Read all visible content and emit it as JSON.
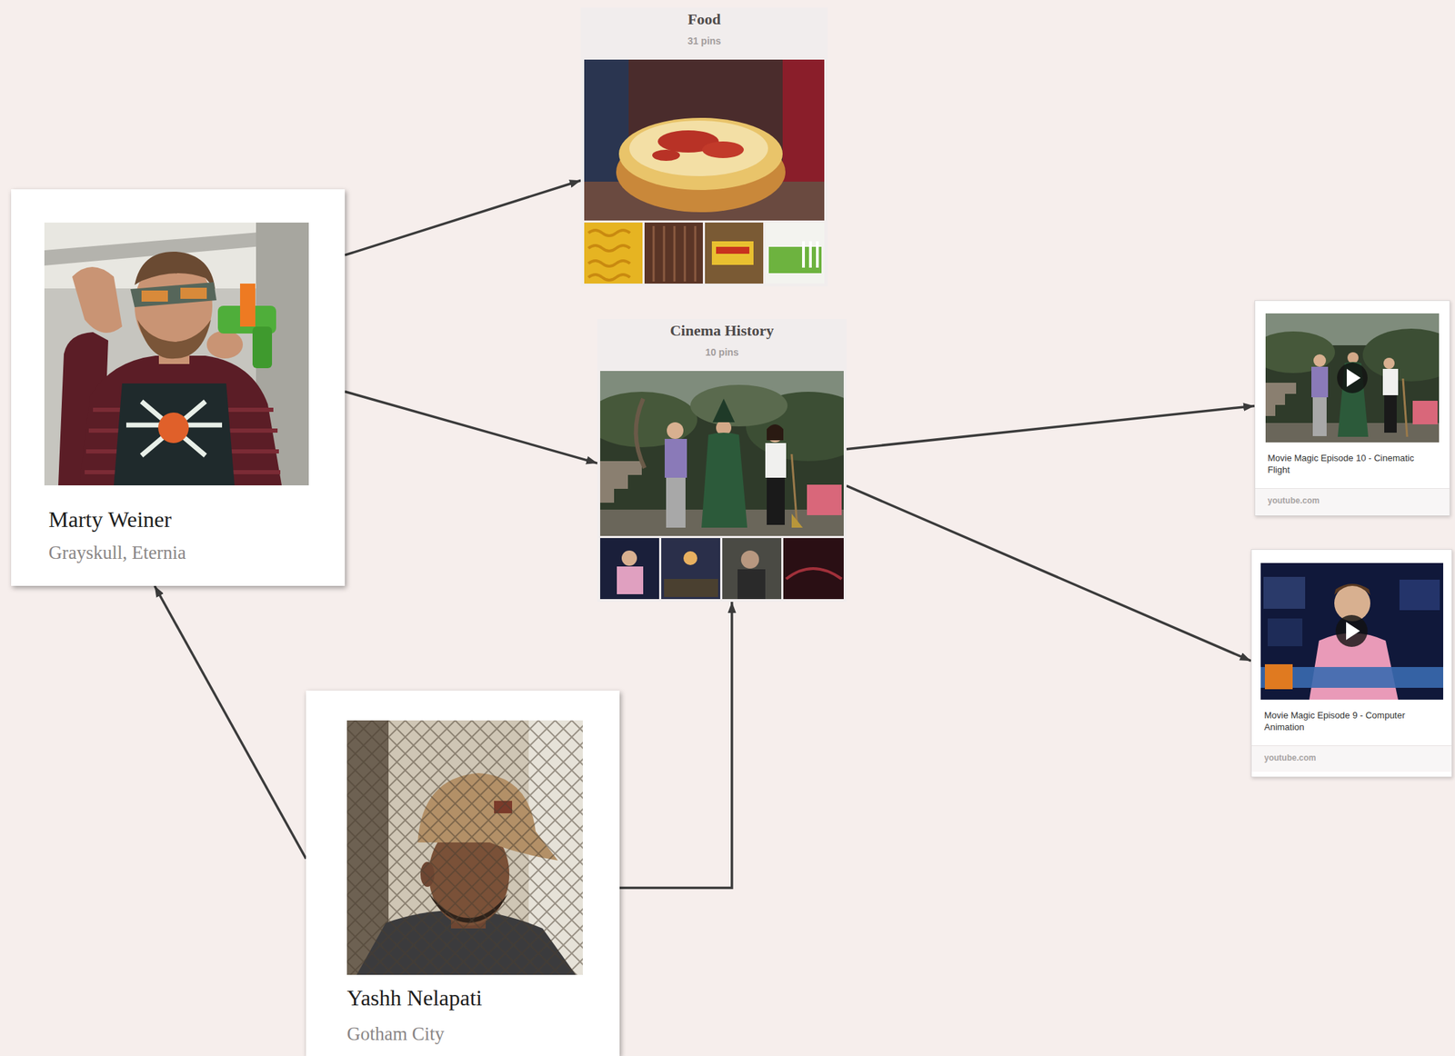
{
  "diagram": {
    "nodes": [
      {
        "text": [
          "Marty Weiner",
          "Grayskull, Eternia"
        ]
      },
      {
        "text": [
          "Food",
          "31 pins"
        ]
      },
      {
        "text": [
          "Cinema History",
          "10 pins"
        ]
      },
      {
        "text": [
          "Movie Magic Episode 10 - Cinematic Flight",
          "youtube.com"
        ]
      },
      {
        "text": [
          "Movie Magic Episode 9 - Computer Animation",
          "youtube.com"
        ]
      },
      {
        "text": [
          "Yashh Nelapati",
          "Gotham City"
        ]
      }
    ],
    "edges": [
      {
        "from": 0,
        "to": 1,
        "arrow": "to"
      },
      {
        "from": 0,
        "to": 2,
        "arrow": "to"
      },
      {
        "from": 2,
        "to": 3,
        "arrow": "to"
      },
      {
        "from": 2,
        "to": 4,
        "arrow": "to"
      },
      {
        "from": 5,
        "to": 0,
        "arrow": "to"
      },
      {
        "from": 5,
        "to": 2,
        "arrow": "to"
      }
    ]
  }
}
